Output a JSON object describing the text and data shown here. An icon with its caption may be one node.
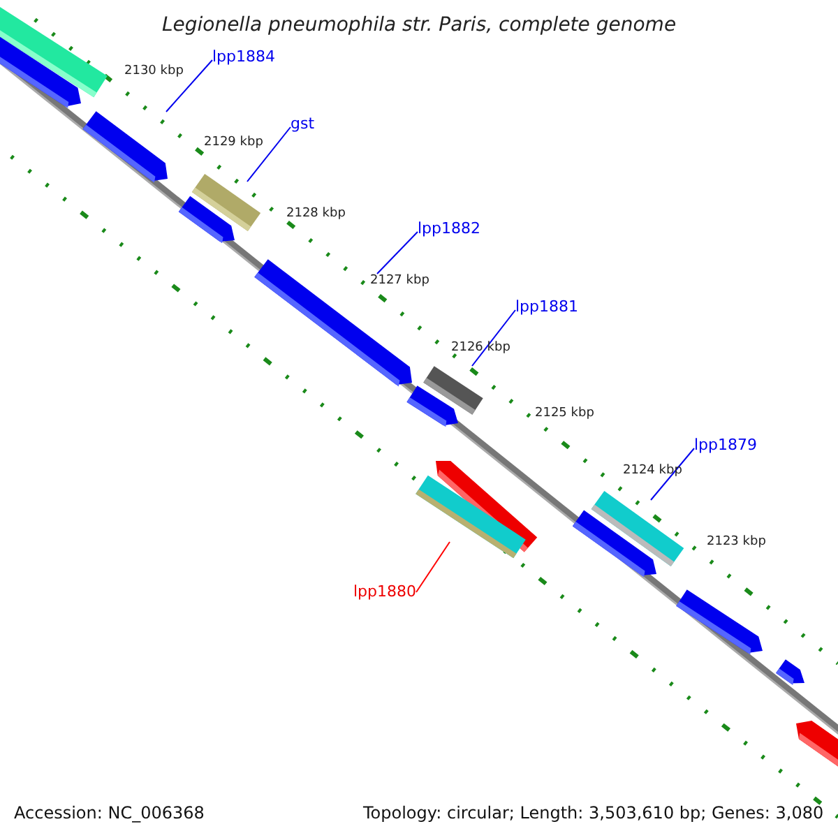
{
  "diagram": {
    "title": "Legionella pneumophila str. Paris, complete genome",
    "nodes": [
      {
        "text": [],
        "shape": "bar"
      },
      {
        "text": [],
        "shape": "bar"
      },
      {
        "text": [
          "lpp1884"
        ]
      },
      {
        "text": [],
        "shape": "bar"
      },
      {
        "text": [
          "gst"
        ]
      },
      {
        "text": [],
        "shape": "bar"
      },
      {
        "text": [],
        "shape": "bar"
      },
      {
        "text": [
          "lpp1882"
        ]
      },
      {
        "text": [],
        "shape": "bar"
      },
      {
        "text": [
          "lpp1881"
        ]
      },
      {
        "text": [],
        "shape": "bar"
      },
      {
        "text": [],
        "shape": "bar"
      },
      {
        "text": [],
        "shape": "bar"
      },
      {
        "text": [
          "lpp1879"
        ]
      },
      {
        "text": [],
        "shape": "bar"
      },
      {
        "text": [],
        "shape": "bar"
      },
      {
        "text": [
          "lpp1880"
        ]
      },
      {
        "text": [],
        "shape": "bar"
      },
      {
        "text": [],
        "shape": "bar"
      },
      {
        "text": [],
        "shape": "bar"
      },
      {
        "text": [],
        "shape": "bar"
      }
    ],
    "edges": [
      {
        "from": 2,
        "to": 3,
        "arrow": "none"
      },
      {
        "from": 4,
        "to": 5,
        "arrow": "none"
      },
      {
        "from": 7,
        "to": 8,
        "arrow": "none"
      },
      {
        "from": 9,
        "to": 10,
        "arrow": "none"
      },
      {
        "from": 13,
        "to": 14,
        "arrow": "none"
      },
      {
        "from": 16,
        "to": 17,
        "arrow": "none",
        "color": "#ff0000"
      }
    ],
    "labels": [
      "2130 kbp",
      "2129 kbp",
      "2128 kbp",
      "2127 kbp",
      "2126 kbp",
      "2125 kbp",
      "2124 kbp",
      "2123 kbp",
      "Accession: NC_006368",
      "Topology: circular; Length: 3,503,610 bp; Genes: 3,080"
    ]
  }
}
